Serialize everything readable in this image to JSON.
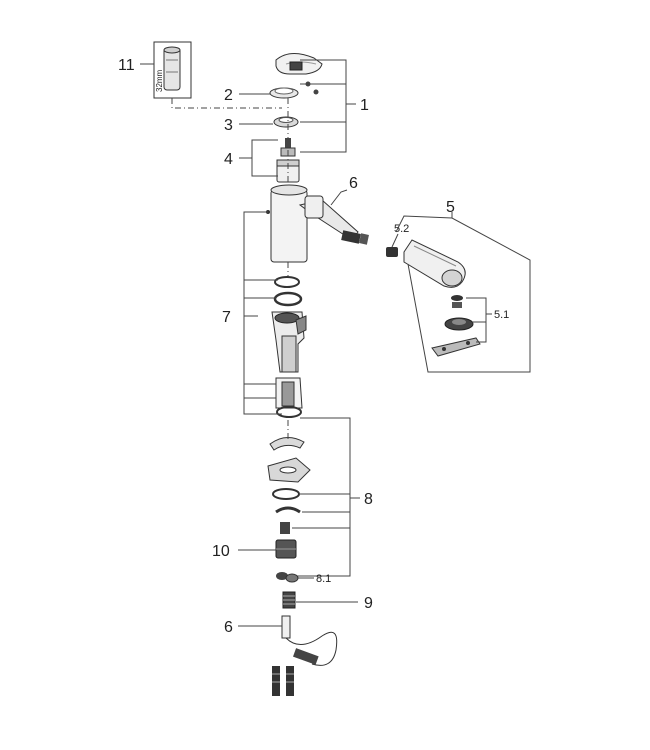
{
  "callouts": {
    "c11": "11",
    "c2": "2",
    "c3": "3",
    "c1": "1",
    "c4": "4",
    "c6_top": "6",
    "c5": "5",
    "c52": "5.2",
    "c51": "5.1",
    "c7": "7",
    "c8": "8",
    "c10": "10",
    "c81": "8.1",
    "c9": "9",
    "c6_bottom": "6"
  },
  "tool_label": "32mm"
}
